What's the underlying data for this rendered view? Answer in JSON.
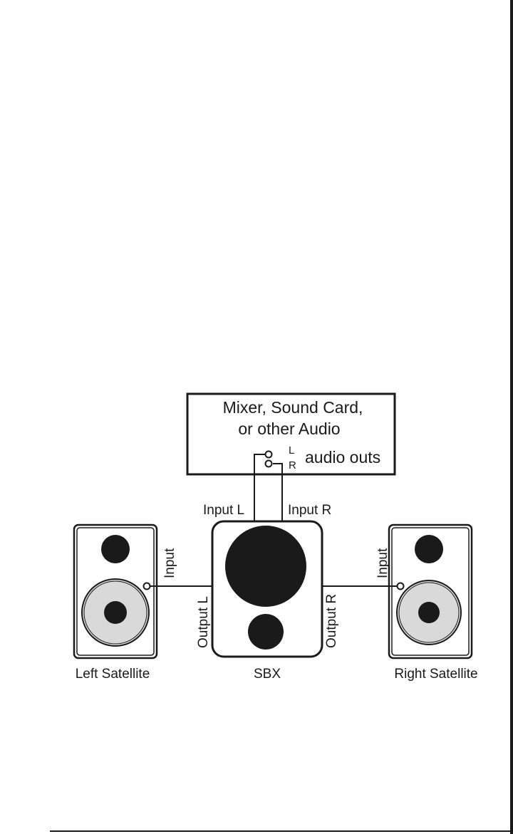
{
  "source": {
    "title_line1": "Mixer, Sound Card,",
    "title_line2": "or other Audio",
    "jack_l": "L",
    "jack_r": "R",
    "outs_label": "audio outs"
  },
  "sbx": {
    "label": "SBX",
    "input_l": "Input L",
    "input_r": "Input R",
    "output_l": "Output L",
    "output_r": "Output R"
  },
  "left_satellite": {
    "label": "Left Satellite",
    "input": "Input"
  },
  "right_satellite": {
    "label": "Right Satellite",
    "input": "Input"
  },
  "colors": {
    "ink": "#1a1a1a",
    "woofer_cone": "#d9d9d9",
    "background": "#ffffff"
  }
}
